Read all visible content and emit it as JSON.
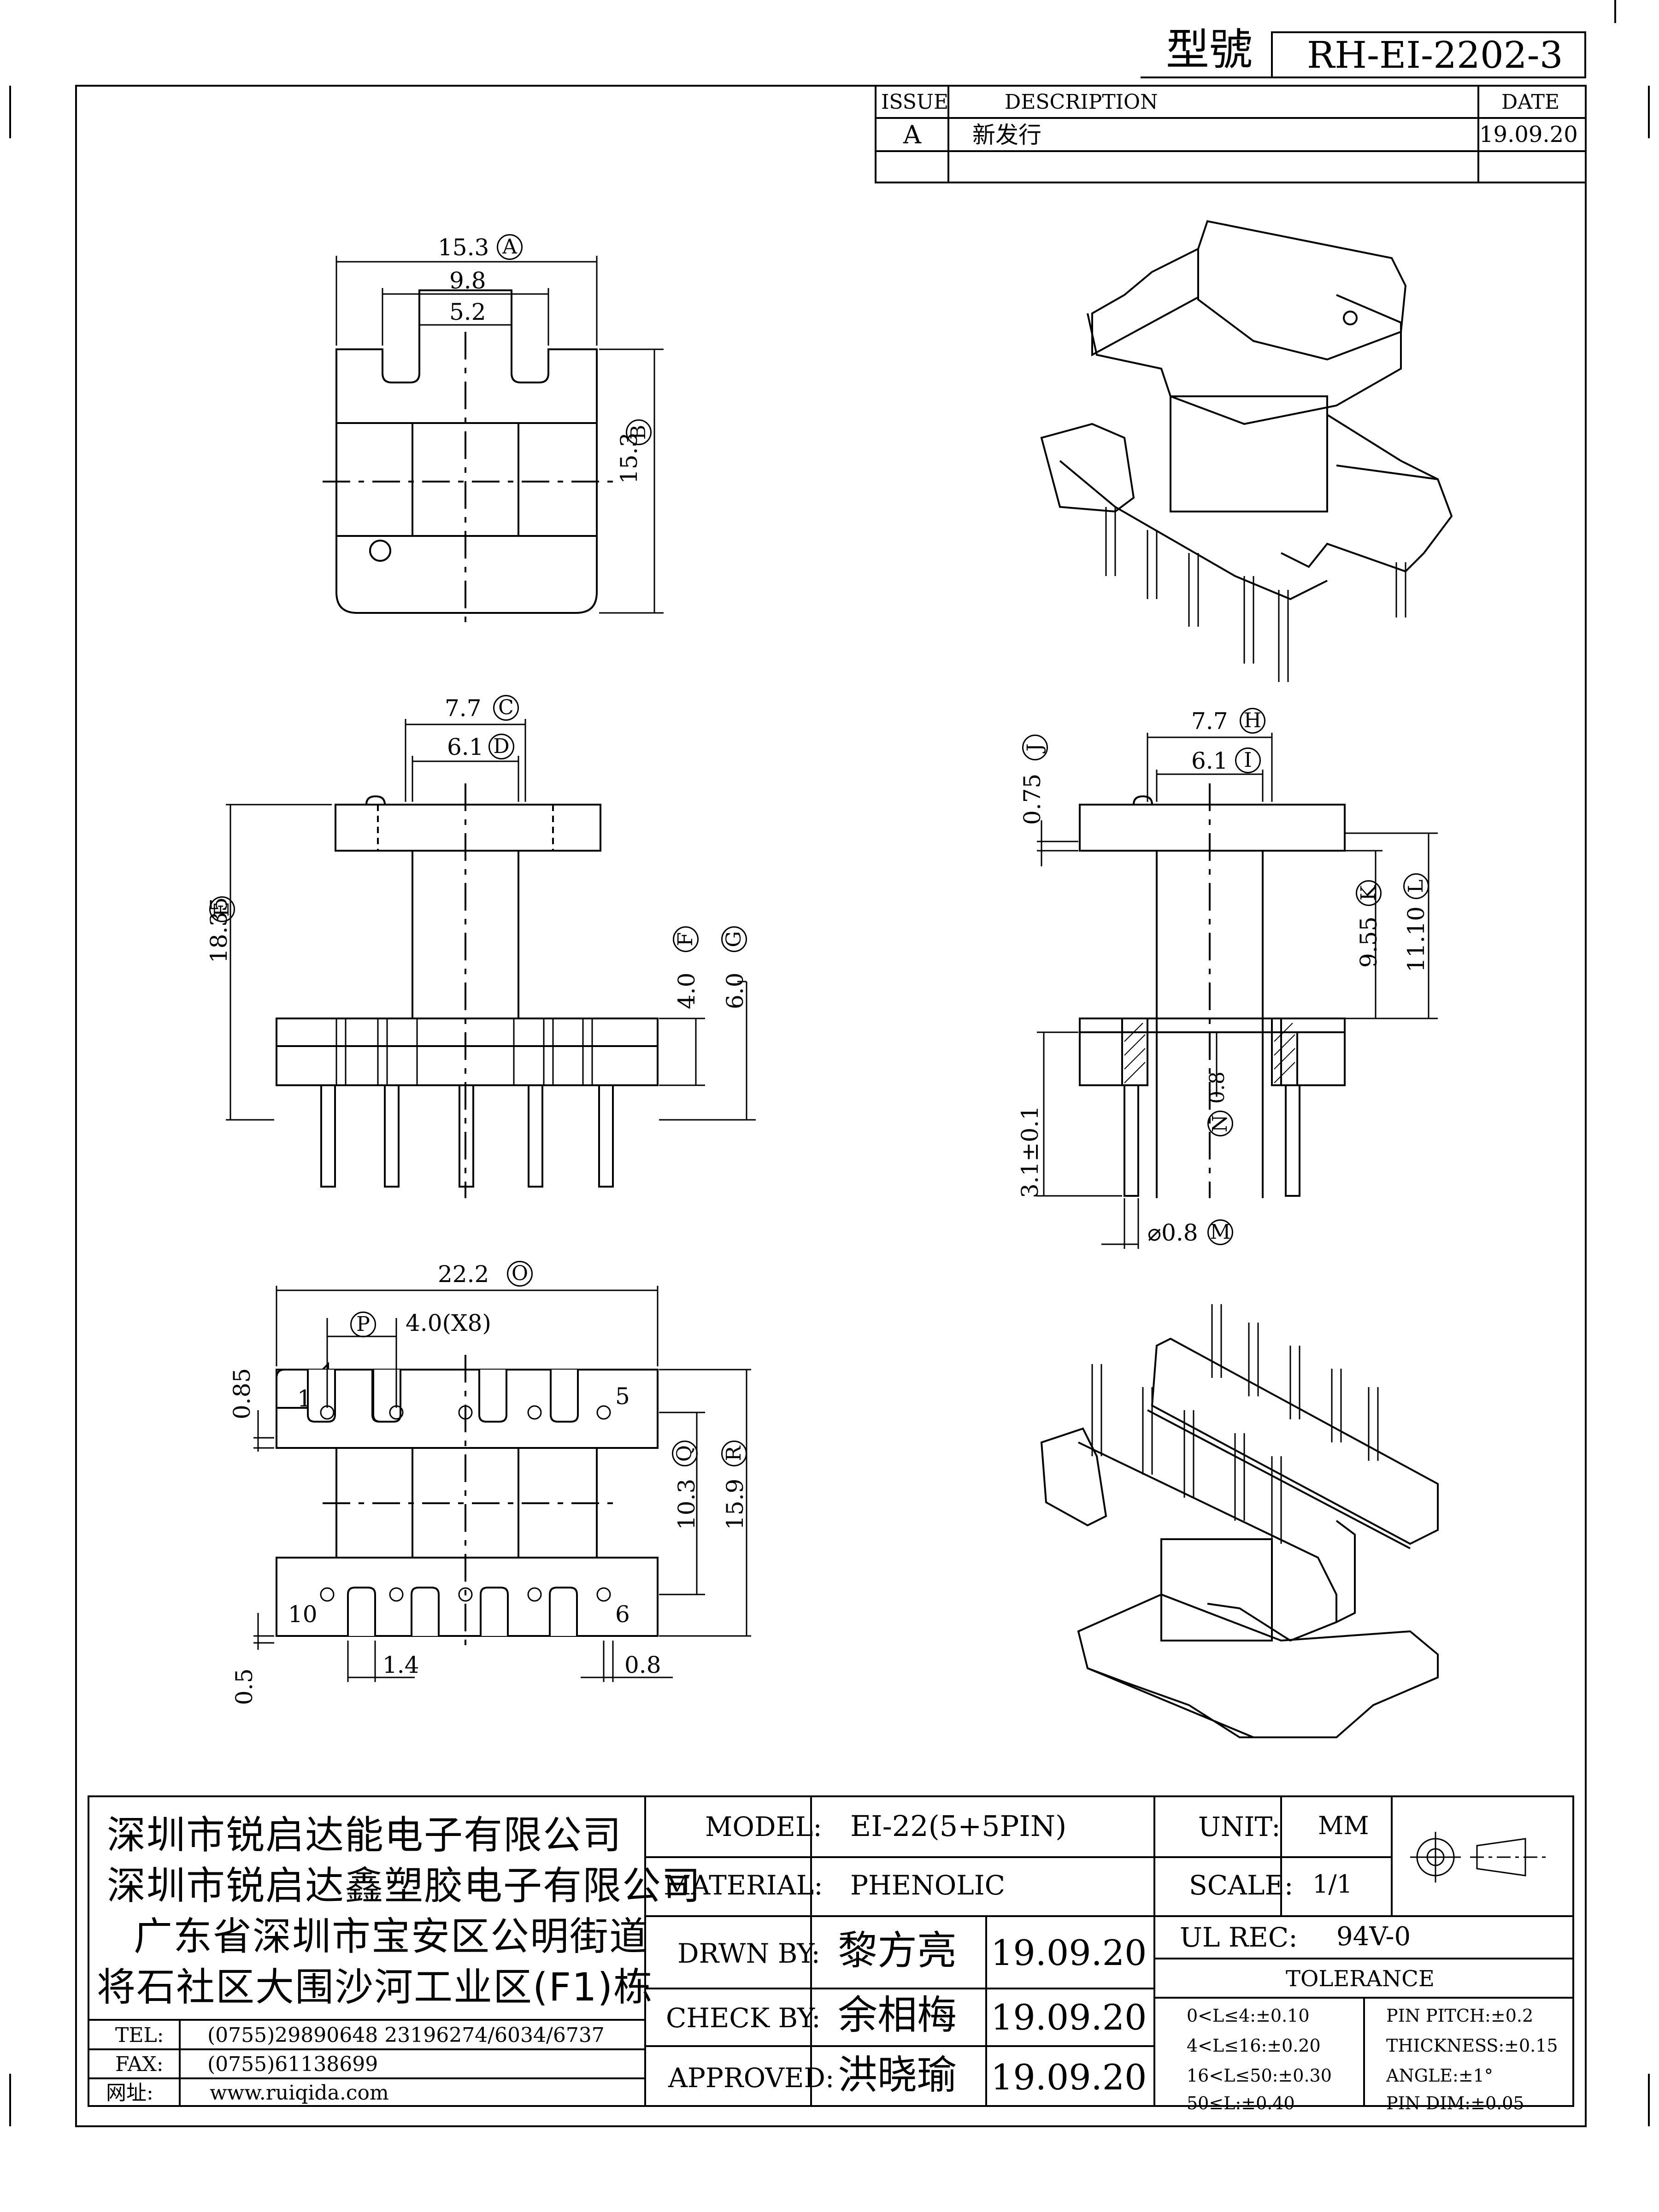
{
  "header": {
    "model_label": "型號",
    "model_value": "RH-EI-2202-3"
  },
  "revision": {
    "col_issue": "ISSUE",
    "col_description": "DESCRIPTION",
    "col_date": "DATE",
    "rows": [
      {
        "issue": "A",
        "description": "新发行",
        "date": "19.09.20"
      }
    ]
  },
  "dimensions": {
    "top_view": {
      "width": "15.3",
      "width_ref": "A",
      "inner_width": "9.8",
      "slot_width": "5.2",
      "depth": "15.3",
      "depth_ref": "B"
    },
    "front_view": {
      "w1": "7.7",
      "w1_ref": "C",
      "w2": "6.1",
      "w2_ref": "D",
      "height": "18.35",
      "height_ref": "E",
      "h_f": "4.0",
      "h_f_ref": "F",
      "h_g": "6.0",
      "h_g_ref": "G"
    },
    "side_view": {
      "w1": "7.7",
      "w1_ref": "H",
      "w2": "6.1",
      "w2_ref": "I",
      "flange": "0.75",
      "flange_ref": "J",
      "h_k": "9.55",
      "h_k_ref": "K",
      "h_l": "11.10",
      "h_l_ref": "L",
      "pin_len": "3.1±0.1",
      "pin_dia": "⌀0.8",
      "pin_dia_ref": "M",
      "n_val": "0.8",
      "n_ref": "N"
    },
    "bottom_view": {
      "width": "22.2",
      "width_ref": "O",
      "pitch": "4.0(X8)",
      "pitch_ref": "P",
      "h_q": "10.3",
      "h_q_ref": "Q",
      "h_r": "15.9",
      "h_r_ref": "R",
      "notch": "0.85",
      "pin_off": "0.5",
      "slot": "1.4",
      "pin_w": "0.8",
      "pin_labels": [
        "1",
        "5",
        "10",
        "6"
      ]
    }
  },
  "title_block": {
    "company_lines": [
      "深圳市锐启达能电子有限公司",
      "深圳市锐启达鑫塑胶电子有限公司",
      "广东省深圳市宝安区公明街道",
      "将石社区大围沙河工业区(F1)栋"
    ],
    "contact": [
      {
        "label": "TEL:",
        "value": "(0755)29890648  23196274/6034/6737"
      },
      {
        "label": "FAX:",
        "value": "(0755)61138699"
      },
      {
        "label": "网址:",
        "value": "www.ruiqida.com"
      }
    ],
    "model_label": "MODEL:",
    "model_value": "EI-22(5+5PIN)",
    "material_label": "MATERIAL:",
    "material_value": "PHENOLIC",
    "drawn_label": "DRWN BY:",
    "drawn_name": "黎方亮",
    "drawn_date": "19.09.20",
    "check_label": "CHECK BY:",
    "check_name": "余相梅",
    "check_date": "19.09.20",
    "approved_label": "APPROVED:",
    "approved_name": "洪晓瑜",
    "approved_date": "19.09.20",
    "unit_label": "UNIT:",
    "unit_value": "MM",
    "scale_label": "SCALE:",
    "scale_value": "1/1",
    "ul_label": "UL REC:",
    "ul_value": "94V-0",
    "tolerance_title": "TOLERANCE",
    "tolerance_left": [
      "0<L≤4:±0.10",
      "4<L≤16:±0.20",
      "16<L≤50:±0.30",
      "50≤L:±0.40"
    ],
    "tolerance_right": [
      "PIN PITCH:±0.2",
      "THICKNESS:±0.15",
      "ANGLE:±1°",
      "PIN DIM:±0.05"
    ]
  }
}
